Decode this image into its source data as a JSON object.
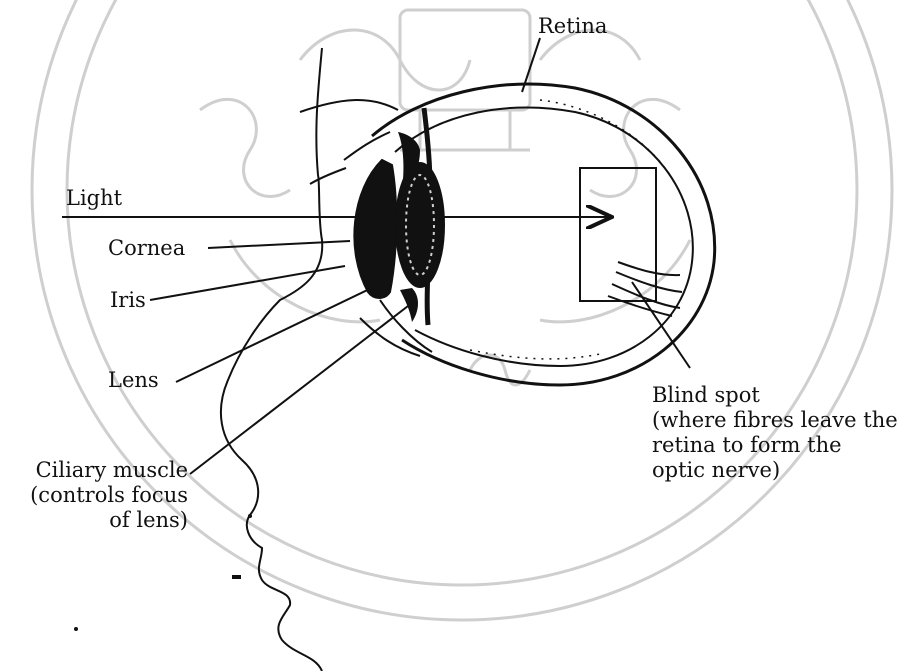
{
  "colors": {
    "ink": "#111111",
    "watermark": "#c9c9c9",
    "background": "#ffffff"
  },
  "labels": {
    "retina": "Retina",
    "light": "Light",
    "cornea": "Cornea",
    "iris": "Iris",
    "lens": "Lens",
    "ciliary": [
      "Ciliary muscle",
      "(controls focus",
      "of lens)"
    ],
    "blind_spot": [
      "Blind spot",
      "(where fibres leave the",
      "retina to form the",
      "optic nerve)"
    ]
  },
  "watermark": {
    "description": "circular university seal watermark",
    "icon": "seal-watermark"
  }
}
